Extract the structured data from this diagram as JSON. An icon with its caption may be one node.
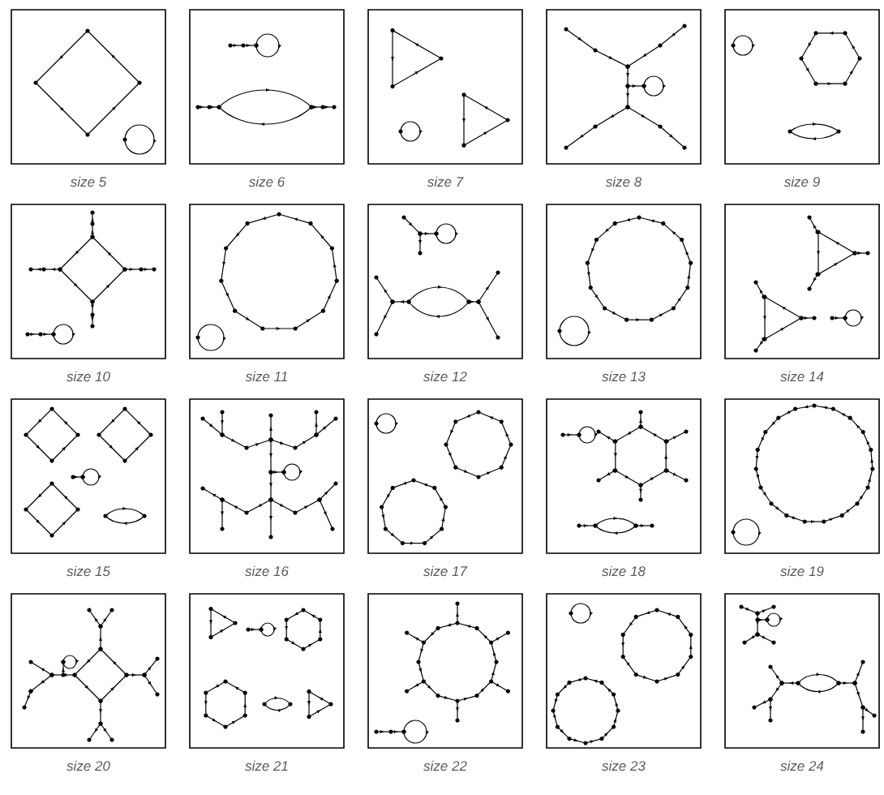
{
  "diagram": {
    "labels": [
      "size 5",
      "size 6",
      "size 7",
      "size 8",
      "size 9",
      "size 10",
      "size 11",
      "size 12",
      "size 13",
      "size 14",
      "size 15",
      "size 16",
      "size 17",
      "size 18",
      "size 19",
      "size 20",
      "size 21",
      "size 22",
      "size 23",
      "size 24"
    ]
  }
}
